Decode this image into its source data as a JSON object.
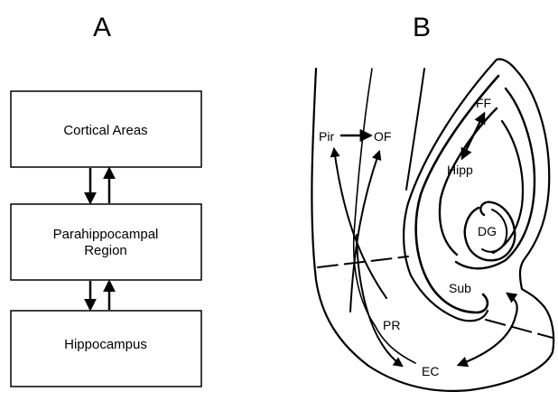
{
  "panel_a": {
    "letter": "A",
    "boxes": {
      "cortical": "Cortical Areas",
      "parahippocampal_line1": "Parahippocampal",
      "parahippocampal_line2": "Region",
      "hippocampus": "Hippocampus"
    }
  },
  "panel_b": {
    "letter": "B",
    "labels": {
      "pir": "Pir",
      "of": "OF",
      "ff": "FF",
      "hipp": "Hipp",
      "dg": "DG",
      "sub": "Sub",
      "pr": "PR",
      "ec": "EC"
    }
  }
}
